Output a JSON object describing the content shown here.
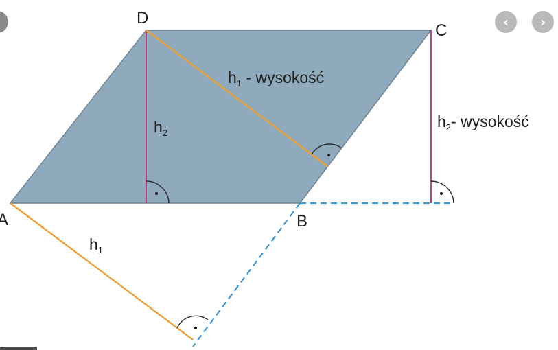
{
  "vertices": {
    "a": "A",
    "b": "B",
    "c": "C",
    "d": "D"
  },
  "labels": {
    "h1_inner": {
      "base": "h",
      "sub": "1",
      "suffix": " - wysokość"
    },
    "h2_inner": {
      "base": "h",
      "sub": "2"
    },
    "h2_outer": {
      "base": "h",
      "sub": "2",
      "suffix": "- wysokość"
    },
    "h1_outer": {
      "base": "h",
      "sub": "1"
    }
  },
  "colors": {
    "fill": "#8fa9bd",
    "edge": "#6f8493",
    "height_h1": "#f0a033",
    "height_h2": "#c0427e",
    "dashed": "#3a9ad9"
  },
  "icons": {
    "prev": "chevron-left-icon",
    "next": "chevron-right-icon"
  }
}
